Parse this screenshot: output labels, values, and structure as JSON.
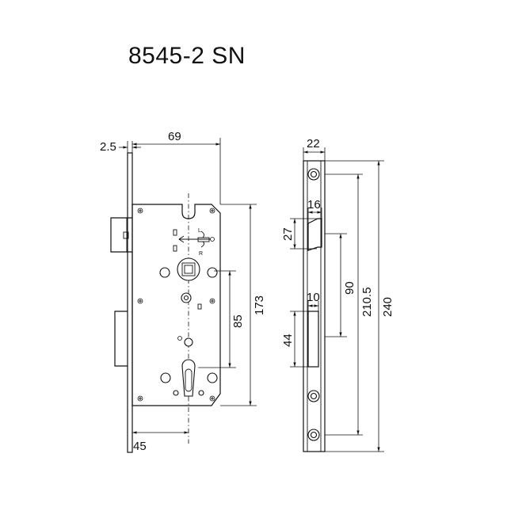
{
  "title": "8545-2 SN",
  "colors": {
    "line": "#111111",
    "background": "#ffffff"
  },
  "front_view": {
    "dims": {
      "faceplate_thickness": "2.5",
      "backset_total": "69",
      "lower_backset": "45",
      "center_distance": "85",
      "case_height": "173"
    },
    "latch_markers": {
      "left": "L",
      "right": "R"
    }
  },
  "side_view": {
    "dims": {
      "faceplate_width": "22",
      "latch_width": "16",
      "latch_height": "27",
      "deadbolt_width": "10",
      "deadbolt_height": "44",
      "strike_spacing": "90",
      "screw_spacing": "210.5",
      "faceplate_length": "240"
    }
  }
}
